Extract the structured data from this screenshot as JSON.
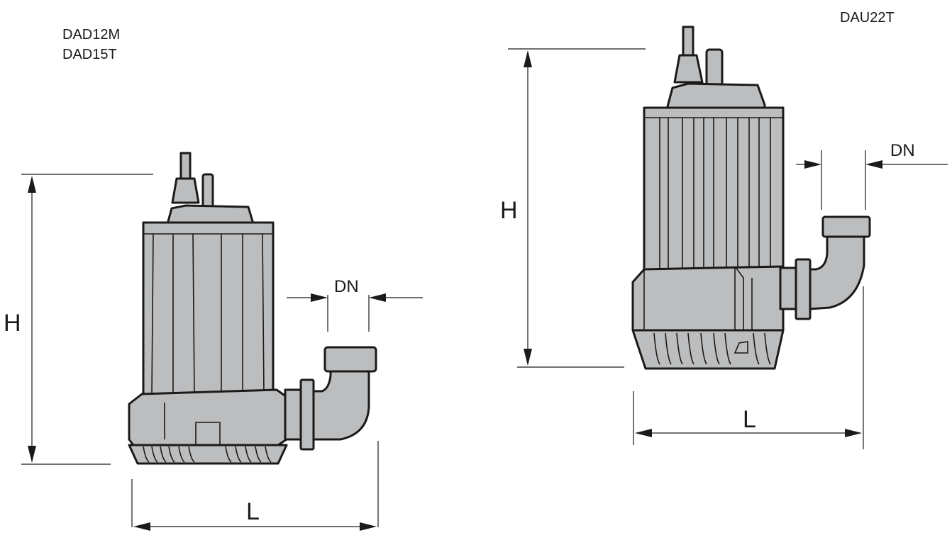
{
  "left_pump": {
    "models": [
      "DAD12M",
      "DAD15T"
    ],
    "dim_height": "H",
    "dim_length": "L",
    "dim_diameter": "DN"
  },
  "right_pump": {
    "models": [
      "DAU22T"
    ],
    "dim_height": "H",
    "dim_length": "L",
    "dim_diameter": "DN"
  },
  "colors": {
    "body": "#bcbdbf",
    "outline": "#1a1a1a"
  }
}
